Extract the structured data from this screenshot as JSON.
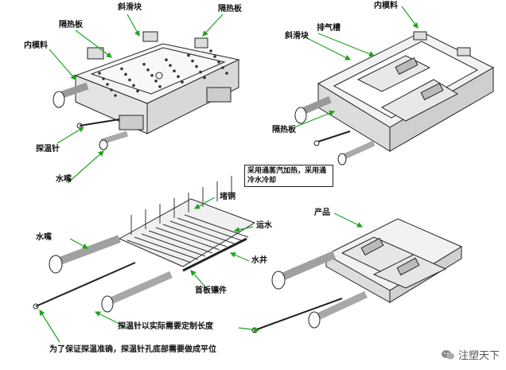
{
  "labels": {
    "xie_hua_kuai_top": "斜滑块",
    "ge_re_ban_top": "隔热板",
    "ge_re_ban_left": "隔热板",
    "nei_mo_liao_left": "内模料",
    "tan_wen_zhen_tl": "探温针",
    "shui_zui_tl": "水嘴",
    "nei_mo_liao_right": "内模料",
    "xie_hua_kuai_right": "斜滑块",
    "pai_qi_cao": "排气槽",
    "ge_re_ban_right": "隔热板",
    "note_steam": "采用通蒸汽加热，采用通冷水冷却",
    "duo_tong": "堵铜",
    "shui_zui_bl": "水嘴",
    "yun_shui": "运水",
    "shui_jing": "水井",
    "shou_ban_qi_jian": "首板镶件",
    "tan_wen_zhen_note": "探温针以实际需要定制长度",
    "bottom_note": "为了保证探温准确，探温针孔底部需要做成平位",
    "chan_pin": "产品"
  },
  "watermark": {
    "text": "注塑天下",
    "icon": "wechat-icon"
  }
}
